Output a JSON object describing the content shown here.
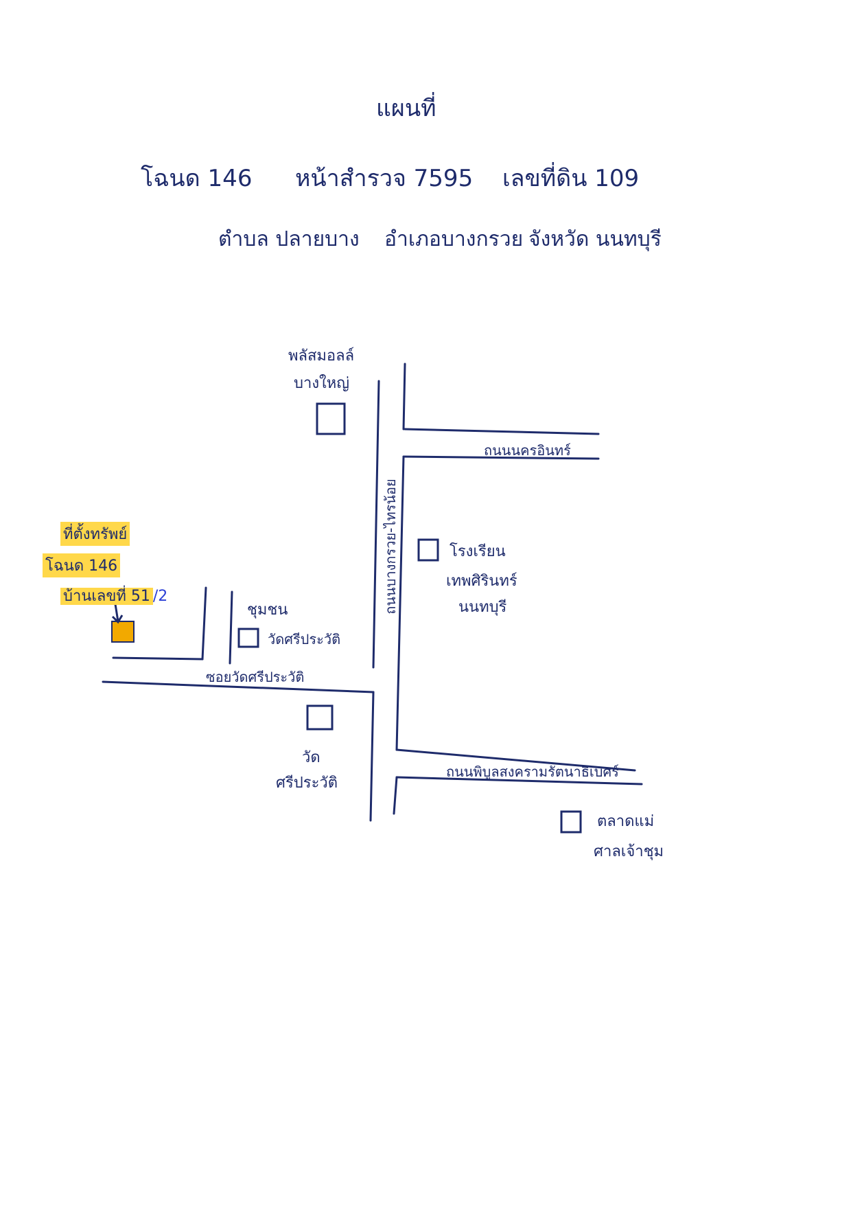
{
  "header": {
    "title": "แผนที่",
    "line1": [
      "โฉนด 146",
      "หน้าสำรวจ 7595",
      "เลขที่ดิน 109"
    ],
    "line2": [
      "ตำบล ปลายบาง",
      "อำเภอบางกรวย",
      "จังหวัด นนทบุรี"
    ]
  },
  "landmarks": {
    "central_plaza": [
      "พลัสมอลล์",
      "บางใหญ่"
    ],
    "school": [
      "โรงเรียน",
      "เทพศิรินทร์",
      "นนทบุรี"
    ],
    "temple_a": [
      "วัด",
      "ศรีประวัติ"
    ],
    "market": [
      "ตลาดแม่",
      "ศาลเจ้าชุม"
    ],
    "community": "ชุมชน",
    "community_sub": "วัดศรีประวัติ"
  },
  "roads": {
    "main_vertical": "ถนนบางกรวย-ไทรน้อย",
    "upper_right": "ถนนนครอินทร์",
    "soi": "ซอยวัดศรีประวัติ",
    "lower_right": "ถนนพิบูลสงครามรัตนาธิเบศร์"
  },
  "property": {
    "line1": "ที่ตั้งทรัพย์",
    "line2": "โฉนด 146",
    "line3": "บ้านเลขที่ 51",
    "suffix": "/2",
    "highlight_color": "#ffd84a",
    "marker_color": "#f2a900"
  },
  "colors": {
    "ink": "#1e2b6b",
    "highlight": "#ffd84a"
  }
}
